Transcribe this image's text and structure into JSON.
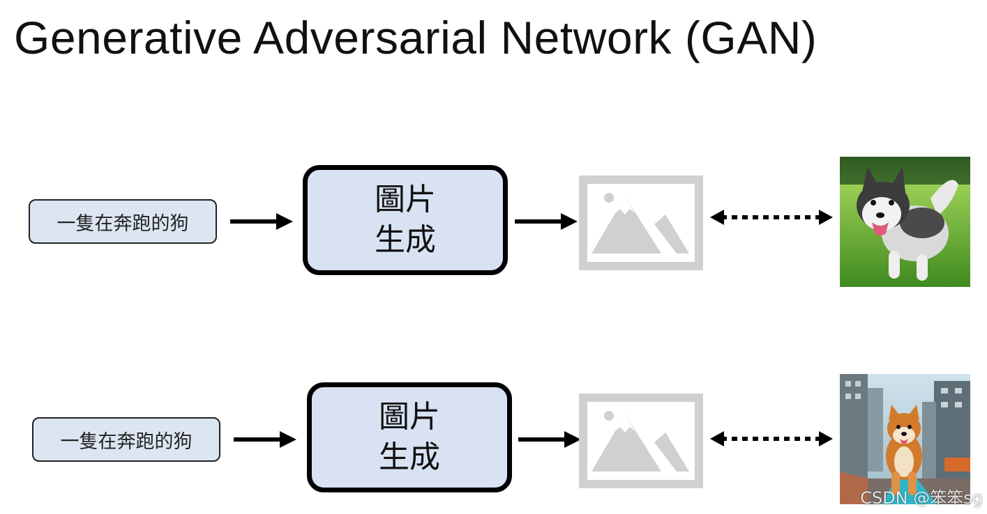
{
  "title": "Generative Adversarial Network (GAN)",
  "rows": [
    {
      "prompt": "一隻在奔跑的狗",
      "generator_line1": "圖片",
      "generator_line2": "生成",
      "photo_icon": "husky-running-on-grass-photo"
    },
    {
      "prompt": "一隻在奔跑的狗",
      "generator_line1": "圖片",
      "generator_line2": "生成",
      "photo_icon": "shiba-running-in-city-photo"
    }
  ],
  "watermark": "CSDN @笨笨sg",
  "colors": {
    "prompt_fill": "#dce6f2",
    "generator_fill": "#d9e2f3",
    "placeholder_gray": "#d0d0d0",
    "arrow": "#000000"
  }
}
